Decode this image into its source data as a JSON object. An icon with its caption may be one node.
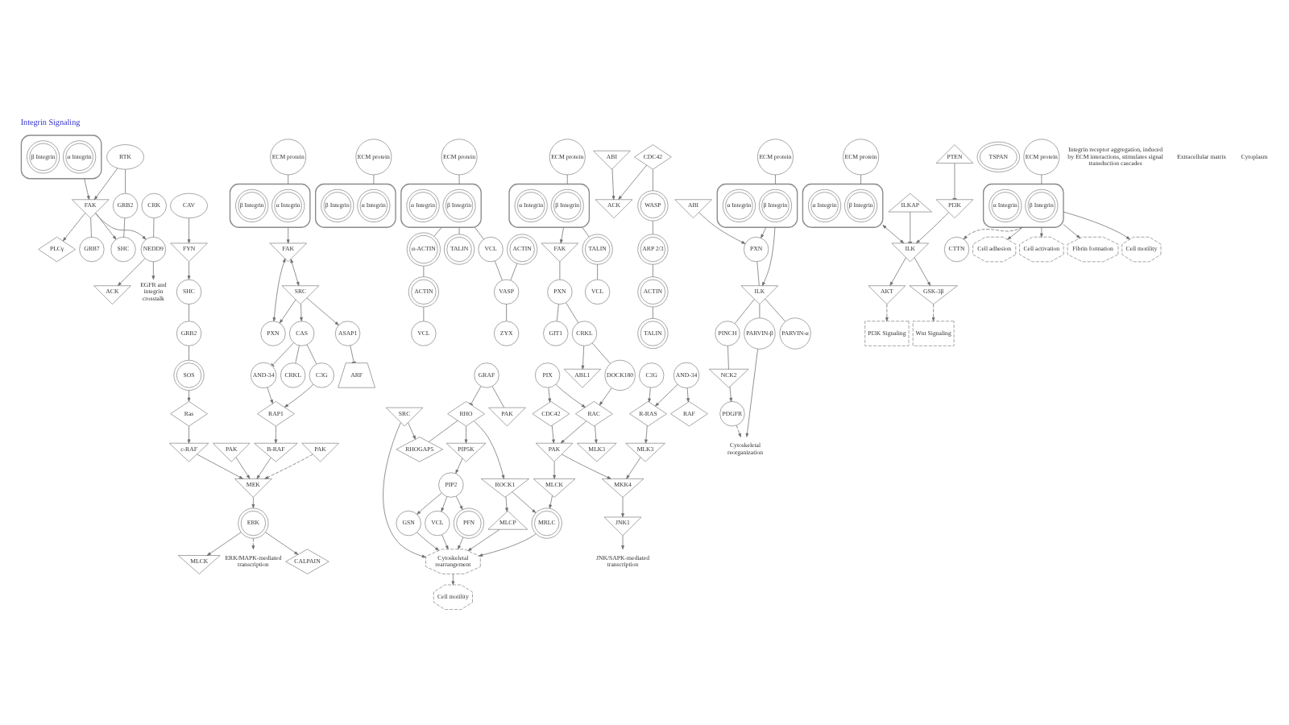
{
  "diagram": {
    "title": "Integrin Signaling",
    "nodes": [
      {
        "text": [],
        "shape": "ellipse"
      },
      {
        "text": [
          "α Integrin"
        ],
        "in": 0
      },
      {
        "text": [
          "β Integrin"
        ],
        "in": 0
      },
      {
        "text": [
          "RTK"
        ]
      },
      {
        "text": [
          "FAK"
        ]
      },
      {
        "text": [
          "PLCγ"
        ]
      },
      {
        "text": [
          "GRB2"
        ]
      },
      {
        "text": [
          "SHC"
        ]
      },
      {
        "text": [
          "GRB7"
        ]
      },
      {
        "text": [
          "NEDD9"
        ]
      },
      {
        "text": [
          "CRK"
        ]
      },
      {
        "text": [
          "ACK"
        ]
      },
      {
        "text": [
          "EGFR and integrin crosstalk"
        ]
      },
      {
        "text": [
          "CAV"
        ]
      },
      {
        "text": [
          "ECM protein"
        ]
      },
      {
        "text": [],
        "shape": "ellipse"
      },
      {
        "text": [
          "α Integrin"
        ],
        "in": 15
      },
      {
        "text": [
          "β Integrin"
        ],
        "in": 15
      },
      {
        "text": [
          "FYN"
        ]
      },
      {
        "text": [
          "SHC"
        ]
      },
      {
        "text": [
          "GRB2"
        ]
      },
      {
        "text": [
          "SOS"
        ]
      },
      {
        "text": [
          "Ras"
        ]
      },
      {
        "text": [
          "c-RAF"
        ]
      },
      {
        "text": [
          "PAK"
        ]
      },
      {
        "text": [
          "B-RAF"
        ]
      },
      {
        "text": [
          "PAK"
        ]
      },
      {
        "text": [
          "MEK"
        ]
      },
      {
        "text": [
          "ERK"
        ]
      },
      {
        "text": [
          "CALPAIN"
        ]
      },
      {
        "text": [
          "MLCK"
        ]
      },
      {
        "text": [
          "ERK/MAPK-mediated transcription"
        ]
      },
      {
        "text": [
          "ECM protein"
        ]
      },
      {
        "text": [],
        "shape": "ellipse"
      },
      {
        "text": [
          "α Integrin"
        ],
        "in": 33
      },
      {
        "text": [
          "β Integrin"
        ],
        "in": 33
      },
      {
        "text": [
          "PXN"
        ]
      },
      {
        "text": [
          "FAK"
        ]
      },
      {
        "text": [
          "SRC"
        ]
      },
      {
        "text": [
          "ARF"
        ]
      },
      {
        "text": [
          "ASAP1"
        ]
      },
      {
        "text": [
          "AND-34"
        ]
      },
      {
        "text": [
          "RAP1"
        ]
      },
      {
        "text": [
          "C3G"
        ]
      },
      {
        "text": [
          "CAS"
        ]
      },
      {
        "text": [
          "CRKL"
        ]
      },
      {
        "text": [
          "ECM protein"
        ]
      },
      {
        "text": [],
        "shape": "ellipse"
      },
      {
        "text": [
          "β Integrin"
        ],
        "in": 47
      },
      {
        "text": [
          "α Integrin"
        ],
        "in": 47
      },
      {
        "text": [
          "VCL"
        ]
      },
      {
        "text": [
          "α-ACTIN"
        ]
      },
      {
        "text": [
          "TALIN"
        ]
      },
      {
        "text": [
          "ACTIN"
        ]
      },
      {
        "text": [
          "VASP"
        ]
      },
      {
        "text": [
          "ZYX"
        ]
      },
      {
        "text": [
          "ACTIN"
        ]
      },
      {
        "text": [
          "VCL"
        ]
      },
      {
        "text": [
          "C3G"
        ]
      },
      {
        "text": [
          "AND-34"
        ]
      },
      {
        "text": [
          "R-RAS"
        ]
      },
      {
        "text": [
          "RAF"
        ]
      },
      {
        "text": [
          "MLK3"
        ]
      },
      {
        "text": [
          "MKK4"
        ]
      },
      {
        "text": [
          "JNK1"
        ]
      },
      {
        "text": [
          "JNK/SAPK-mediated transcription"
        ]
      },
      {
        "text": [
          "ECM protein"
        ]
      },
      {
        "text": [],
        "shape": "ellipse"
      },
      {
        "text": [
          "β Integrin"
        ],
        "in": 67
      },
      {
        "text": [
          "α Integrin"
        ],
        "in": 67
      },
      {
        "text": [
          "FAK"
        ]
      },
      {
        "text": [
          "TALIN"
        ]
      },
      {
        "text": [
          "ACK"
        ]
      },
      {
        "text": [
          "ABI"
        ]
      },
      {
        "text": [
          "PXN"
        ]
      },
      {
        "text": [
          "VCL"
        ]
      },
      {
        "text": [
          "CDC42"
        ]
      },
      {
        "text": [
          "GIT1"
        ]
      },
      {
        "text": [
          "ABL1"
        ]
      },
      {
        "text": [
          "CRKL"
        ]
      },
      {
        "text": [
          "DOCK180"
        ]
      },
      {
        "text": [
          "WASP"
        ]
      },
      {
        "text": [
          "PIX"
        ]
      },
      {
        "text": [
          "RAC"
        ]
      },
      {
        "text": [
          "CDC42"
        ]
      },
      {
        "text": [
          "ARP 2/3"
        ]
      },
      {
        "text": [
          "MLK3"
        ]
      },
      {
        "text": [
          "PAK"
        ]
      },
      {
        "text": [
          "ACTIN"
        ]
      },
      {
        "text": [
          "TALIN"
        ]
      },
      {
        "text": [
          "RHO"
        ]
      },
      {
        "text": [
          "GRAF"
        ]
      },
      {
        "text": [
          "PAK"
        ]
      },
      {
        "text": [
          "MLCK"
        ]
      },
      {
        "text": [
          "ROCK1"
        ]
      },
      {
        "text": [
          "RHOGAP5"
        ]
      },
      {
        "text": [
          "PIP5K"
        ]
      },
      {
        "text": [
          "PIP2"
        ]
      },
      {
        "text": [
          "MRLC"
        ]
      },
      {
        "text": [
          "MLCP"
        ]
      },
      {
        "text": [
          "SRC"
        ]
      },
      {
        "text": [
          "PFN"
        ]
      },
      {
        "text": [
          "GSN"
        ]
      },
      {
        "text": [
          "VCL"
        ]
      },
      {
        "text": [
          "Cytoskeletal rearrangement"
        ]
      },
      {
        "text": [
          "Cell motility"
        ]
      },
      {
        "text": [
          "ECM protein"
        ]
      },
      {
        "text": [],
        "shape": "ellipse"
      },
      {
        "text": [
          "β Integrin"
        ],
        "in": 107
      },
      {
        "text": [
          "α Integrin"
        ],
        "in": 107
      },
      {
        "text": [
          "ABI"
        ]
      },
      {
        "text": [
          "PXN"
        ]
      },
      {
        "text": [
          "ILK"
        ]
      },
      {
        "text": [
          "PARVIN-α"
        ]
      },
      {
        "text": [
          "PARVIN-β"
        ]
      },
      {
        "text": [
          "PINCH"
        ]
      },
      {
        "text": [
          "NCK2"
        ]
      },
      {
        "text": [
          "Cytoskeletal reorganization"
        ]
      },
      {
        "text": [
          "PDGFR"
        ]
      },
      {
        "text": [
          "ECM protein"
        ]
      },
      {
        "text": [],
        "shape": "ellipse"
      },
      {
        "text": [
          "β Integrin"
        ],
        "in": 120
      },
      {
        "text": [
          "α Integrin"
        ],
        "in": 120
      },
      {
        "text": [
          "ILKAP"
        ]
      },
      {
        "text": [
          "ILK"
        ]
      },
      {
        "text": [
          "PI3K"
        ]
      },
      {
        "text": [
          "AKT"
        ]
      },
      {
        "text": [
          "GSK-3β"
        ]
      },
      {
        "text": [
          "PTEN"
        ]
      },
      {
        "text": [
          "PI3K Signaling"
        ]
      },
      {
        "text": [
          "Wnt Signaling"
        ]
      },
      {
        "text": [
          "TSPAN"
        ]
      },
      {
        "text": [
          "ECM protein"
        ]
      },
      {
        "text": [],
        "shape": "ellipse"
      },
      {
        "text": [
          "β Integrin"
        ],
        "in": 133
      },
      {
        "text": [
          "α Integrin"
        ],
        "in": 133
      },
      {
        "text": [
          "CTTN"
        ]
      },
      {
        "text": [
          "Cell adhesion"
        ]
      },
      {
        "text": [
          "Cell activation"
        ]
      },
      {
        "text": [
          "Fibrin formation"
        ]
      },
      {
        "text": [
          "Cell motility"
        ]
      }
    ],
    "edges": [
      {
        "from": 0,
        "to": 4,
        "arrow": "to"
      },
      {
        "from": 3,
        "to": 4,
        "arrow": "to"
      },
      {
        "from": 3,
        "to": 6,
        "arrow": "none"
      },
      {
        "from": 6,
        "to": 7,
        "arrow": "none"
      },
      {
        "from": 4,
        "to": 5,
        "arrow": "to"
      },
      {
        "from": 4,
        "to": 7,
        "arrow": "to"
      },
      {
        "from": 4,
        "to": 8,
        "arrow": "none"
      },
      {
        "from": 4,
        "to": 9,
        "arrow": "to"
      },
      {
        "from": 10,
        "to": 9,
        "arrow": "none"
      },
      {
        "from": 9,
        "to": 11,
        "arrow": "to"
      },
      {
        "from": 9,
        "to": 12,
        "arrow": "to"
      },
      {
        "from": 14,
        "to": 15,
        "arrow": "none"
      },
      {
        "from": 13,
        "to": 18,
        "arrow": "to"
      },
      {
        "from": 18,
        "to": 19,
        "arrow": "to"
      },
      {
        "from": 19,
        "to": 20,
        "arrow": "none"
      },
      {
        "from": 20,
        "to": 21,
        "arrow": "none"
      },
      {
        "from": 21,
        "to": 22,
        "arrow": "to"
      },
      {
        "from": 22,
        "to": 23,
        "arrow": "to"
      },
      {
        "from": 23,
        "to": 27,
        "arrow": "to"
      },
      {
        "from": 24,
        "to": 27,
        "arrow": "to"
      },
      {
        "from": 25,
        "to": 27,
        "arrow": "to"
      },
      {
        "from": 26,
        "to": 27,
        "arrow": "to",
        "style": "dashed"
      },
      {
        "from": 27,
        "to": 28,
        "arrow": "to"
      },
      {
        "from": 28,
        "to": 29,
        "arrow": "to"
      },
      {
        "from": 28,
        "to": 30,
        "arrow": "to"
      },
      {
        "from": 28,
        "to": 31,
        "arrow": "to",
        "style": "dashed"
      },
      {
        "from": 32,
        "to": 33,
        "arrow": "none"
      },
      {
        "from": 33,
        "to": 37,
        "arrow": "to"
      },
      {
        "from": 37,
        "to": 36,
        "arrow": "both"
      },
      {
        "from": 37,
        "to": 38,
        "arrow": "both"
      },
      {
        "from": 38,
        "to": 36,
        "arrow": "to"
      },
      {
        "from": 38,
        "to": 40,
        "arrow": "to"
      },
      {
        "from": 40,
        "to": 39,
        "arrow": "other"
      },
      {
        "from": 38,
        "to": 44,
        "arrow": "to"
      },
      {
        "from": 44,
        "to": 45,
        "arrow": "none"
      },
      {
        "from": 44,
        "to": 43,
        "arrow": "none"
      },
      {
        "from": 43,
        "to": 42,
        "arrow": "to"
      },
      {
        "from": 41,
        "to": 42,
        "arrow": "to"
      },
      {
        "from": 44,
        "to": 41,
        "arrow": "other"
      },
      {
        "from": 42,
        "to": 25,
        "arrow": "to"
      },
      {
        "from": 46,
        "to": 47,
        "arrow": "none"
      },
      {
        "from": 47,
        "to": 50,
        "arrow": "none"
      },
      {
        "from": 47,
        "to": 51,
        "arrow": "none"
      },
      {
        "from": 47,
        "to": 52,
        "arrow": "none"
      },
      {
        "from": 50,
        "to": 54,
        "arrow": "none"
      },
      {
        "from": 53,
        "to": 54,
        "arrow": "none"
      },
      {
        "from": 54,
        "to": 55,
        "arrow": "none"
      },
      {
        "from": 51,
        "to": 56,
        "arrow": "none"
      },
      {
        "from": 56,
        "to": 57,
        "arrow": "none"
      },
      {
        "from": 58,
        "to": 60,
        "arrow": "to"
      },
      {
        "from": 59,
        "to": 60,
        "arrow": "to"
      },
      {
        "from": 59,
        "to": 61,
        "arrow": "to"
      },
      {
        "from": 60,
        "to": 62,
        "arrow": "to"
      },
      {
        "from": 62,
        "to": 63,
        "arrow": "to"
      },
      {
        "from": 63,
        "to": 64,
        "arrow": "to"
      },
      {
        "from": 64,
        "to": 65,
        "arrow": "to"
      },
      {
        "from": 66,
        "to": 67,
        "arrow": "none"
      },
      {
        "from": 67,
        "to": 70,
        "arrow": "to"
      },
      {
        "from": 67,
        "to": 71,
        "arrow": "none"
      },
      {
        "from": 71,
        "to": 75,
        "arrow": "none"
      },
      {
        "from": 70,
        "to": 74,
        "arrow": "none"
      },
      {
        "from": 74,
        "to": 77,
        "arrow": "none"
      },
      {
        "from": 74,
        "to": 79,
        "arrow": "none"
      },
      {
        "from": 79,
        "to": 78,
        "arrow": "to"
      },
      {
        "from": 79,
        "to": 80,
        "arrow": "none"
      },
      {
        "from": 80,
        "to": 83,
        "arrow": "to"
      },
      {
        "from": 82,
        "to": 83,
        "arrow": "to"
      },
      {
        "from": 82,
        "to": 84,
        "arrow": "to"
      },
      {
        "from": 83,
        "to": 86,
        "arrow": "to"
      },
      {
        "from": 83,
        "to": 87,
        "arrow": "to"
      },
      {
        "from": 84,
        "to": 87,
        "arrow": "to"
      },
      {
        "from": 87,
        "to": 93,
        "arrow": "to"
      },
      {
        "from": 93,
        "to": 98,
        "arrow": "to"
      },
      {
        "from": 87,
        "to": 63,
        "arrow": "to"
      },
      {
        "from": 76,
        "to": 72,
        "arrow": "to"
      },
      {
        "from": 73,
        "to": 72,
        "arrow": "to"
      },
      {
        "from": 76,
        "to": 81,
        "arrow": "none"
      },
      {
        "from": 81,
        "to": 85,
        "arrow": "none"
      },
      {
        "from": 85,
        "to": 88,
        "arrow": "none"
      },
      {
        "from": 88,
        "to": 89,
        "arrow": "none"
      },
      {
        "from": 91,
        "to": 90,
        "arrow": "other"
      },
      {
        "from": 91,
        "to": 92,
        "arrow": "none"
      },
      {
        "from": 90,
        "to": 94,
        "arrow": "to"
      },
      {
        "from": 90,
        "to": 95,
        "arrow": "none"
      },
      {
        "from": 90,
        "to": 96,
        "arrow": "to"
      },
      {
        "from": 94,
        "to": 98,
        "arrow": "to"
      },
      {
        "from": 94,
        "to": 99,
        "arrow": "to"
      },
      {
        "from": 100,
        "to": 95,
        "arrow": "to"
      },
      {
        "from": 96,
        "to": 97,
        "arrow": "to"
      },
      {
        "from": 97,
        "to": 101,
        "arrow": "to"
      },
      {
        "from": 97,
        "to": 102,
        "arrow": "to"
      },
      {
        "from": 97,
        "to": 103,
        "arrow": "to"
      },
      {
        "from": 98,
        "to": 104,
        "arrow": "to"
      },
      {
        "from": 99,
        "to": 104,
        "arrow": "to"
      },
      {
        "from": 100,
        "to": 104,
        "arrow": "to"
      },
      {
        "from": 101,
        "to": 104,
        "arrow": "to"
      },
      {
        "from": 102,
        "to": 104,
        "arrow": "to"
      },
      {
        "from": 103,
        "to": 104,
        "arrow": "to"
      },
      {
        "from": 104,
        "to": 105,
        "arrow": "to"
      },
      {
        "from": 106,
        "to": 107,
        "arrow": "none"
      },
      {
        "from": 107,
        "to": 111,
        "arrow": "to"
      },
      {
        "from": 107,
        "to": 112,
        "arrow": "to"
      },
      {
        "from": 110,
        "to": 111,
        "arrow": "to"
      },
      {
        "from": 111,
        "to": 112,
        "arrow": "none"
      },
      {
        "from": 112,
        "to": 113,
        "arrow": "none"
      },
      {
        "from": 112,
        "to": 114,
        "arrow": "none"
      },
      {
        "from": 112,
        "to": 115,
        "arrow": "none"
      },
      {
        "from": 115,
        "to": 116,
        "arrow": "none"
      },
      {
        "from": 116,
        "to": 118,
        "arrow": "to"
      },
      {
        "from": 114,
        "to": 117,
        "arrow": "to"
      },
      {
        "from": 118,
        "to": 117,
        "arrow": "to",
        "style": "dashed"
      },
      {
        "from": 119,
        "to": 120,
        "arrow": "none"
      },
      {
        "from": 120,
        "to": 124,
        "arrow": "both"
      },
      {
        "from": 123,
        "to": 124,
        "arrow": "other"
      },
      {
        "from": 125,
        "to": 124,
        "arrow": "to"
      },
      {
        "from": 128,
        "to": 125,
        "arrow": "other"
      },
      {
        "from": 124,
        "to": 126,
        "arrow": "to"
      },
      {
        "from": 124,
        "to": 127,
        "arrow": "to"
      },
      {
        "from": 126,
        "to": 129,
        "arrow": "to",
        "style": "dashed"
      },
      {
        "from": 127,
        "to": 130,
        "arrow": "to",
        "style": "dashed"
      },
      {
        "from": 132,
        "to": 133,
        "arrow": "none"
      },
      {
        "from": 133,
        "to": 136,
        "arrow": "to",
        "style": "dashed"
      },
      {
        "from": 133,
        "to": 137,
        "arrow": "to"
      },
      {
        "from": 133,
        "to": 138,
        "arrow": "to"
      },
      {
        "from": 133,
        "to": 139,
        "arrow": "to"
      },
      {
        "from": 133,
        "to": 140,
        "arrow": "to"
      }
    ],
    "labels": [
      "Integrin receptor aggregation, induced by ECM interactions, stimulates signal transduction cascades",
      "Extracellular matrix",
      "Cytoplasm"
    ]
  }
}
